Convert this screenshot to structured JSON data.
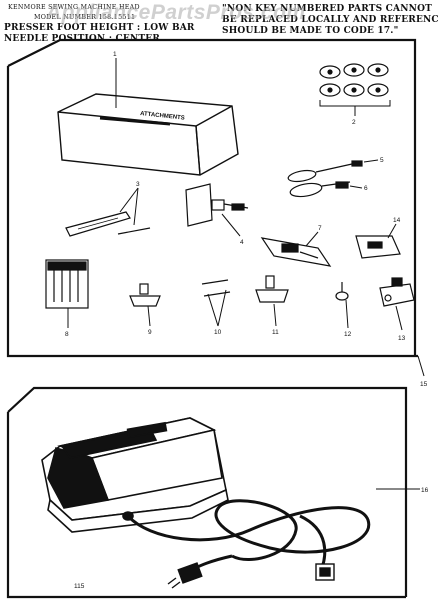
{
  "header_left": {
    "line1": "KENMORE SEWING MACHINE HEAD",
    "line2": "MODEL NUMBER 158.15511",
    "line3": "PRESSER FOOT HEIGHT : LOW BAR",
    "line4": "NEEDLE POSITION : CENTER"
  },
  "header_right": {
    "line1": "\"NON KEY NUMBERED PARTS CANNOT",
    "line2": "BE REPLACED LOCALLY AND REFERENCE",
    "line3": "SHOULD BE MADE TO CODE 17.\""
  },
  "watermark": "AppliancePartsPros.com",
  "accessory_box_label": "ATTACHMENTS",
  "callouts": {
    "c1": "1",
    "c2": "2",
    "c3": "3",
    "c4": "4",
    "c5": "5",
    "c6": "6",
    "c7": "7",
    "c8": "8",
    "c9": "9",
    "c10": "10",
    "c11": "11",
    "c12": "12",
    "c13": "13",
    "c14": "14",
    "c15": "15",
    "c16": "16",
    "c115": "115"
  }
}
